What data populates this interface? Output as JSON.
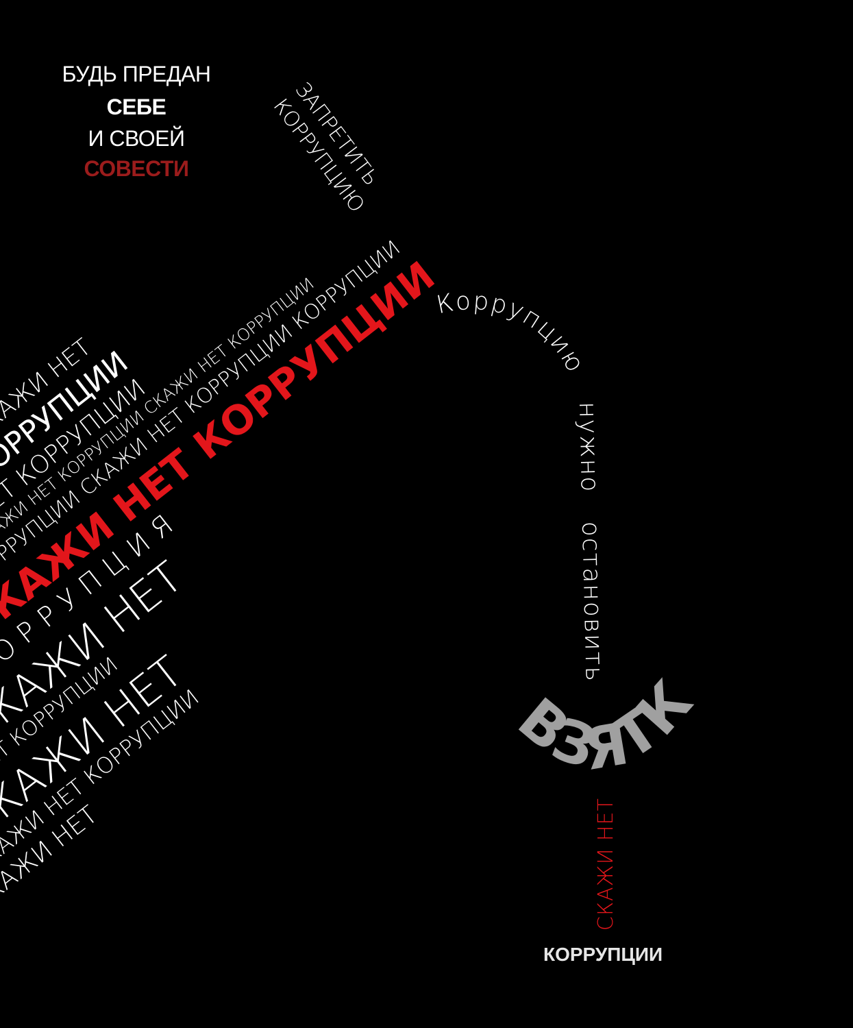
{
  "motto": {
    "line1": "БУДЬ ПРЕДАН",
    "line2": "СЕБЕ",
    "line3": "И СВОЕЙ",
    "line4": "СОВЕСТИ"
  },
  "bottle": {
    "cap1": "ЗАПРЕТИТЬ",
    "cap2": "КОРРУПЦИЮ",
    "lines": [
      "СКАЖИ НЕТ",
      "КОРРУПЦИИ",
      "НЕТ КОРРУПЦИИ",
      "СКАЖИ НЕТ КОРРУПЦИИ СКАЖИ НЕТ КОРРУПЦИИ",
      "КОРРУПЦИИ СКАЖИ НЕТ КОРРУПЦИИ КОРРУПЦИИ",
      "СКАЖИ НЕТ КОРРУПЦИИ",
      "КОРРУПЦИЯ",
      "СКАЖИ НЕТ",
      "НЕТ КОРРУПЦИИ",
      "СКАЖИ НЕТ",
      "СКАЖИ НЕТ КОРРУПЦИИ",
      "СКАЖИ НЕТ"
    ]
  },
  "curve": {
    "sentence": "Коррупцию нужно остановить",
    "bribes": "ВЗЯТКИ",
    "say_no": "СКАЖИ НЕТ",
    "corruption": "КОРРУПЦИИ"
  },
  "colors": {
    "background": "#000000",
    "red": "#e3161b",
    "dark_red": "#9b1c1c",
    "gray": "#a0a0a0"
  }
}
